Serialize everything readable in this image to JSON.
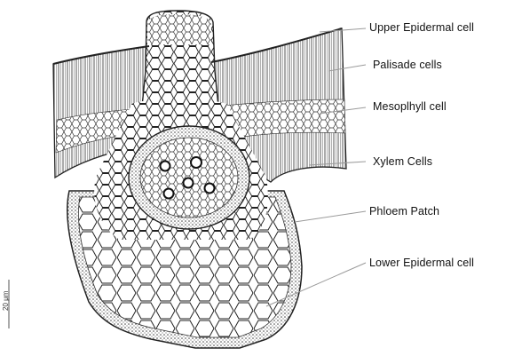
{
  "labels": [
    "Upper Epidermal cell",
    "Palisade cells",
    "Mesoplhyll cell",
    "Xylem Cells",
    "Phloem Patch",
    "Lower Epidermal cell"
  ],
  "scale_bar": "20 μm",
  "colors": {
    "outline": "#222222",
    "leader": "#9a9a9a",
    "tissue_fill": "#ffffff"
  }
}
